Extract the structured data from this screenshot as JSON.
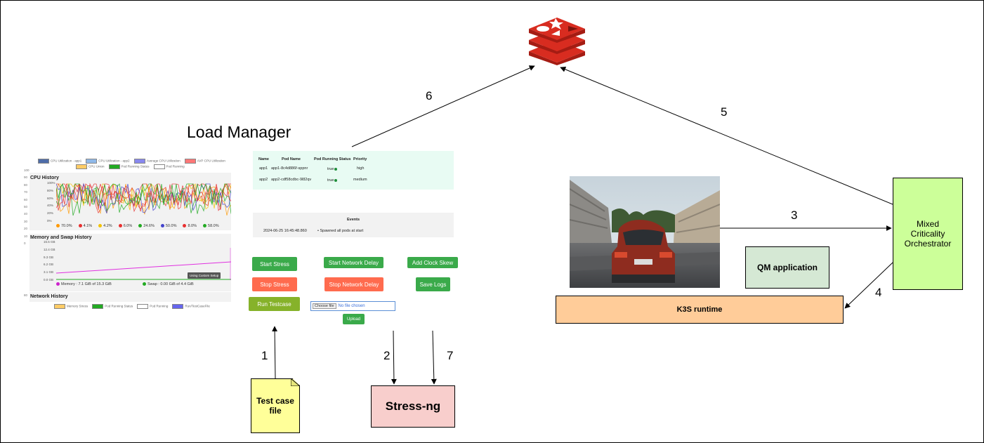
{
  "title": "Load Manager",
  "screenshot": {
    "legend_row1": [
      "CPU Utilization - app1",
      "CPU Utilization - app2",
      "Average CPU Utilization",
      "AVP CPU Utilization"
    ],
    "legend_row2": [
      "CPU Union",
      "Pod Running Status",
      "Pod Running"
    ],
    "y_ticks": [
      "100",
      "90",
      "80",
      "70",
      "60",
      "50",
      "40",
      "30",
      "20",
      "10",
      "0"
    ],
    "cpu": {
      "title": "CPU History",
      "pct_ticks": [
        "100%",
        "80%",
        "60%",
        "40%",
        "20%",
        "0%"
      ],
      "legend": [
        {
          "value": "70.0%",
          "color": "#ff9900"
        },
        {
          "value": "4.1%",
          "color": "#e83030"
        },
        {
          "value": "4.2%",
          "color": "#f2c200"
        },
        {
          "value": "6.0%",
          "color": "#e83030"
        },
        {
          "value": "24.6%",
          "color": "#22aa22"
        },
        {
          "value": "50.0%",
          "color": "#4444cc"
        },
        {
          "value": "8.0%",
          "color": "#e83030"
        },
        {
          "value": "58.0%",
          "color": "#22aa22"
        }
      ]
    },
    "memory": {
      "title": "Memory and Swap History",
      "ticks": [
        "15.5 GB",
        "12.4 GB",
        "9.3 GB",
        "6.2 GB",
        "3.1 GB",
        "0.0 GB"
      ],
      "memory_label": "Memory : 7.1 GiB of 15.3 GiB",
      "swap_label": "Swap : 0.00 GiB of 4.4 GiB",
      "tooltip": "Using Custom Setup"
    },
    "network": {
      "title": "Network History",
      "legend": [
        "Memory Stress",
        "Pod Running Status",
        "Pod Running",
        "Run/TestCaseFile"
      ],
      "y_tick": "80"
    }
  },
  "pods": {
    "headers": [
      "Name",
      "Pod Name",
      "Pod Running Status",
      "Priority"
    ],
    "rows": [
      {
        "name": "app1",
        "pod": "app1-8c4d886f-sppnr",
        "status": "true",
        "priority": "high"
      },
      {
        "name": "app2",
        "pod": "app2-cdf58cdbc-9l82qv",
        "status": "true",
        "priority": "medium"
      }
    ]
  },
  "events": {
    "title": "Events",
    "time": "2024-06-25 16:45:48.860",
    "message": "Spawned all pods at start"
  },
  "buttons": {
    "start_stress": "Start Stress",
    "stop_stress": "Stop Stress",
    "start_network_delay": "Start Network Delay",
    "stop_network_delay": "Stop Network Delay",
    "add_clock_skew": "Add Clock Skew",
    "save_logs": "Save Logs",
    "run_testcase": "Run Testcase",
    "choose_file": "Choose file",
    "no_file": "No file chosen",
    "upload": "Upload"
  },
  "boxes": {
    "test_case_file": "Test case\nfile",
    "stress_ng": "Stress-ng",
    "mco": "Mixed\nCriticality\nOrchestrator",
    "qm": "QM application",
    "k3s": "K3S runtime"
  },
  "arrow_labels": {
    "a1": "1",
    "a2": "2",
    "a3": "3",
    "a4": "4",
    "a5": "5",
    "a6": "6",
    "a7": "7"
  },
  "colors": {
    "redis": "#d82c20",
    "test_case_fill": "#ffff99",
    "stress_fill": "#f8cecc",
    "mco_fill": "#ccff99",
    "qm_fill": "#d5e8d4",
    "k3s_fill": "#ffcc99"
  }
}
